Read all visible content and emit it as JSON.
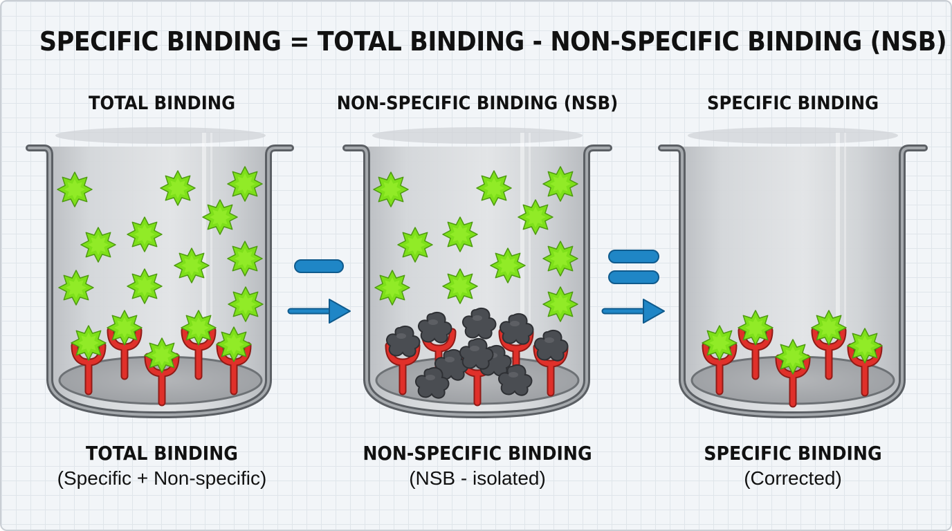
{
  "title": "SPECIFIC BINDING = TOTAL BINDING - NON-SPECIFIC BINDING (NSB)",
  "panels": [
    {
      "heading": "TOTAL BINDING",
      "caption_title": "TOTAL BINDING",
      "caption_sub": "(Specific + Non-specific)"
    },
    {
      "heading": "NON-SPECIFIC BINDING (NSB)",
      "caption_title": "NON-SPECIFIC BINDING",
      "caption_sub": "(NSB - isolated)"
    },
    {
      "heading": "SPECIFIC BINDING",
      "caption_title": "SPECIFIC BINDING",
      "caption_sub": "(Corrected)"
    }
  ],
  "operators": [
    "minus",
    "equals"
  ],
  "colors": {
    "ligand": "#7ee01a",
    "receptor": "#e0302a",
    "nsb_blob": "#4a4d52",
    "operator": "#1f86c6",
    "beaker": "#5b5f64"
  },
  "icons": [
    "beaker",
    "ligand-star",
    "receptor-y",
    "nonspecific-blob",
    "minus-sign",
    "equals-sign",
    "right-arrow"
  ]
}
